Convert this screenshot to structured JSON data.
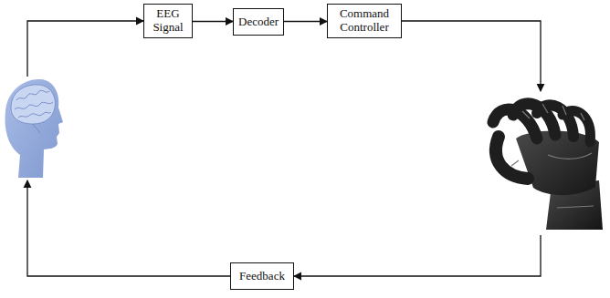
{
  "diagram": {
    "nodes": [
      {
        "text": [
          "EEG Signal"
        ]
      },
      {
        "text": [
          "Decoder"
        ]
      },
      {
        "text": [
          "Command Controller"
        ]
      },
      {
        "text": [
          "Feedback"
        ]
      }
    ],
    "edges": [
      {
        "from": 0,
        "to": 1,
        "arrow": "to"
      },
      {
        "from": 1,
        "to": 2,
        "arrow": "to"
      }
    ]
  }
}
